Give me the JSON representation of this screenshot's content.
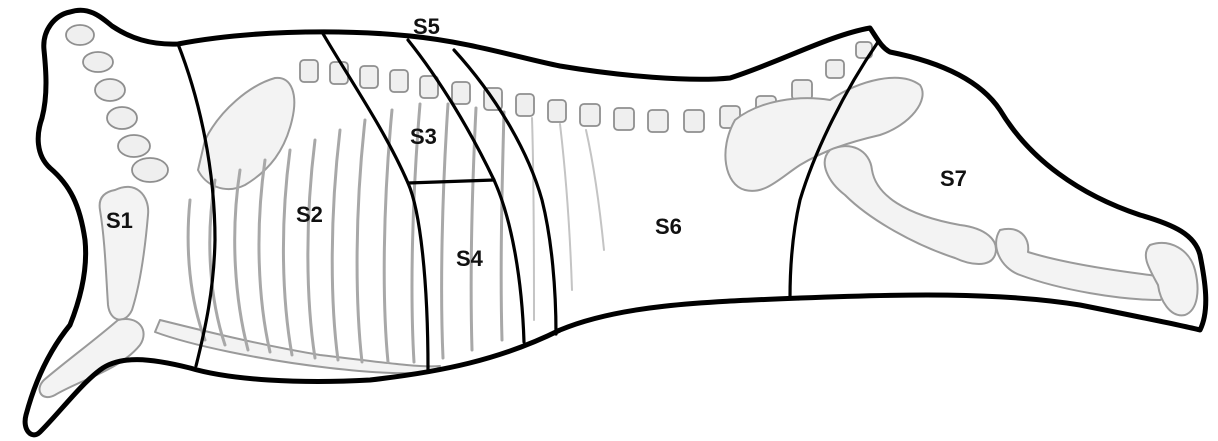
{
  "diagram": {
    "sections": [
      {
        "id": "S1",
        "label": "S1"
      },
      {
        "id": "S2",
        "label": "S2"
      },
      {
        "id": "S3",
        "label": "S3"
      },
      {
        "id": "S4",
        "label": "S4"
      },
      {
        "id": "S5",
        "label": "S5"
      },
      {
        "id": "S6",
        "label": "S6"
      },
      {
        "id": "S7",
        "label": "S7"
      }
    ]
  }
}
